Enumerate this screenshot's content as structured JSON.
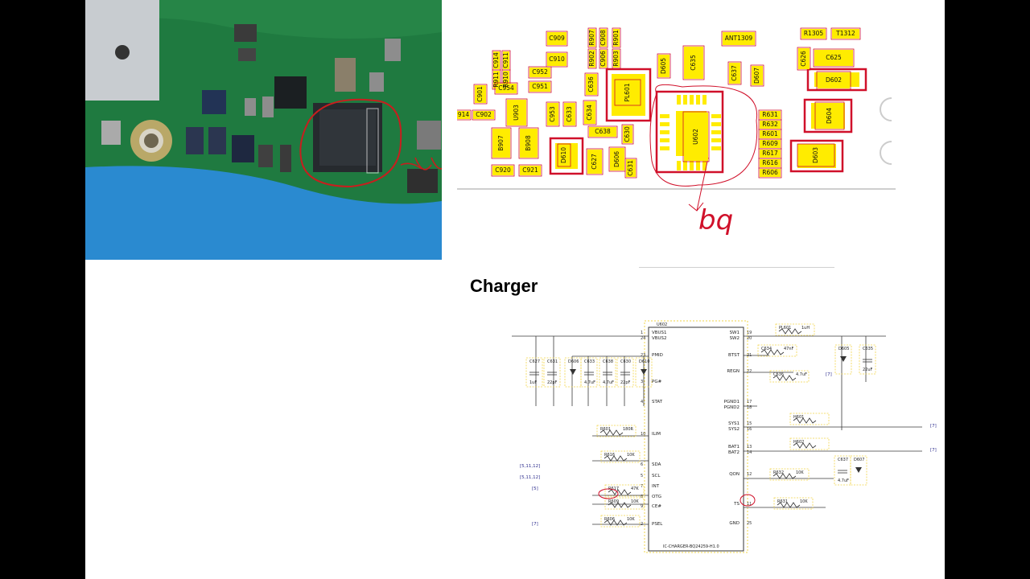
{
  "heading": "Charger",
  "board_labels": [
    {
      "text": "C909"
    },
    {
      "text": "R907"
    },
    {
      "text": "C908"
    },
    {
      "text": "R901"
    },
    {
      "text": "C910"
    },
    {
      "text": "R902"
    },
    {
      "text": "C906"
    },
    {
      "text": "R903"
    },
    {
      "text": "C914"
    },
    {
      "text": "C911"
    },
    {
      "text": "R911"
    },
    {
      "text": "R910"
    },
    {
      "text": "C952"
    },
    {
      "text": "C951"
    },
    {
      "text": "C954"
    },
    {
      "text": "C901"
    },
    {
      "text": "914"
    },
    {
      "text": "C902"
    },
    {
      "text": "U903"
    },
    {
      "text": "C953"
    },
    {
      "text": "C633"
    },
    {
      "text": "C634"
    },
    {
      "text": "C636"
    },
    {
      "text": "PL601"
    },
    {
      "text": "C638"
    },
    {
      "text": "C630"
    },
    {
      "text": "B907"
    },
    {
      "text": "B908"
    },
    {
      "text": "D610"
    },
    {
      "text": "C627"
    },
    {
      "text": "D606"
    },
    {
      "text": "C631"
    },
    {
      "text": "C920"
    },
    {
      "text": "C921"
    },
    {
      "text": "D605"
    },
    {
      "text": "C635"
    },
    {
      "text": "ANT1309"
    },
    {
      "text": "C637"
    },
    {
      "text": "D607"
    },
    {
      "text": "U602"
    },
    {
      "text": "R631"
    },
    {
      "text": "R632"
    },
    {
      "text": "R601"
    },
    {
      "text": "R609"
    },
    {
      "text": "R617"
    },
    {
      "text": "R616"
    },
    {
      "text": "R606"
    },
    {
      "text": "R1305"
    },
    {
      "text": "T1312"
    },
    {
      "text": "C626"
    },
    {
      "text": "C625"
    },
    {
      "text": "D602"
    },
    {
      "text": "D604"
    },
    {
      "text": "D603"
    }
  ],
  "annotation": "bq",
  "schematic": {
    "ic_ref": "U602",
    "ic_name": "IC-CHARGER-BQ24259-H1.0",
    "left_pins": [
      {
        "num": "1",
        "name": "VBUS1"
      },
      {
        "num": "24",
        "name": "VBUS2"
      },
      {
        "num": "23",
        "name": "PMID"
      },
      {
        "num": "3",
        "name": "PG#"
      },
      {
        "num": "4",
        "name": "STAT"
      },
      {
        "num": "10",
        "name": "ILIM"
      },
      {
        "num": "6",
        "name": "SDA"
      },
      {
        "num": "5",
        "name": "SCL"
      },
      {
        "num": "7",
        "name": "INT"
      },
      {
        "num": "8",
        "name": "OTG"
      },
      {
        "num": "9",
        "name": "CE#"
      },
      {
        "num": "2",
        "name": "PSEL"
      }
    ],
    "right_pins": [
      {
        "num": "19",
        "name": "SW1"
      },
      {
        "num": "20",
        "name": "SW2"
      },
      {
        "num": "21",
        "name": "BTST"
      },
      {
        "num": "22",
        "name": "REGN"
      },
      {
        "num": "17",
        "name": "PGND1"
      },
      {
        "num": "18",
        "name": "PGND2"
      },
      {
        "num": "15",
        "name": "SYS1"
      },
      {
        "num": "16",
        "name": "SYS2"
      },
      {
        "num": "13",
        "name": "BAT1"
      },
      {
        "num": "14",
        "name": "BAT2"
      },
      {
        "num": "12",
        "name": "QON"
      },
      {
        "num": "11",
        "name": "TS"
      },
      {
        "num": "25",
        "name": "GND"
      }
    ],
    "components": [
      {
        "ref": "C627",
        "value": "1uF"
      },
      {
        "ref": "C631",
        "value": "22pF"
      },
      {
        "ref": "D606",
        "value": ""
      },
      {
        "ref": "C633",
        "value": "4.7uF"
      },
      {
        "ref": "C638",
        "value": "4.7uF"
      },
      {
        "ref": "C630",
        "value": "22pF"
      },
      {
        "ref": "D610",
        "value": ""
      },
      {
        "ref": "R601",
        "value": "180R"
      },
      {
        "ref": "R616",
        "value": "10K"
      },
      {
        "ref": "R617",
        "value": "47K"
      },
      {
        "ref": "R609",
        "value": "10K"
      },
      {
        "ref": "R606",
        "value": "10K"
      },
      {
        "ref": "PL601",
        "value": "1uH"
      },
      {
        "ref": "C634",
        "value": "47nF"
      },
      {
        "ref": "C636",
        "value": "4.7uF"
      },
      {
        "ref": "D605",
        "value": ""
      },
      {
        "ref": "C635",
        "value": "22uF"
      },
      {
        "ref": "H601",
        "value": ""
      },
      {
        "ref": "H602",
        "value": ""
      },
      {
        "ref": "C637",
        "value": "4.7uF"
      },
      {
        "ref": "D607",
        "value": ""
      },
      {
        "ref": "R632",
        "value": "10K"
      },
      {
        "ref": "R631",
        "value": "10K"
      }
    ],
    "page_refs": {
      "sda": "[5,11,12]",
      "scl": "[5,11,12]",
      "int": "[5]",
      "psel": "[7]",
      "regn": "[7]",
      "sys": "[7]",
      "bat": "[7]"
    }
  },
  "colors": {
    "pcb_green": "#1e7a3c",
    "pad_yellow": "#ffec00",
    "outline_red": "#d0102a",
    "schematic_blue": "#3030a0"
  }
}
